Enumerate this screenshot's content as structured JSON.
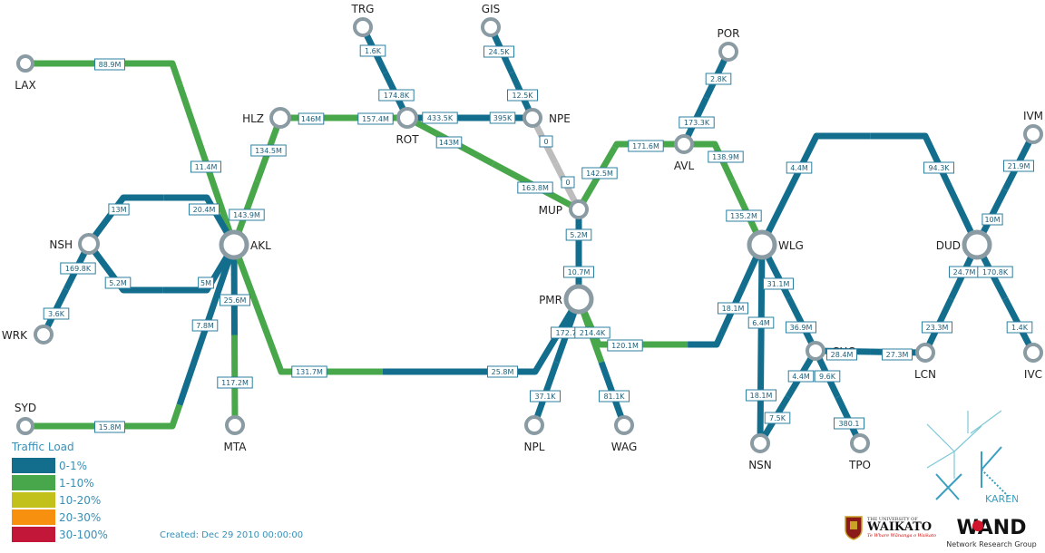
{
  "colors": {
    "load_0_1": "#136e8e",
    "load_1_10": "#48a74a",
    "load_10_20": "#c2c01a",
    "load_20_30": "#f78f0f",
    "load_30_100": "#c3173a",
    "idle": "#bdbdbd",
    "node_ring": "#8a9ba3"
  },
  "nodes": [
    {
      "id": "LAX",
      "label": "LAX"
    },
    {
      "id": "HLZ",
      "label": "HLZ"
    },
    {
      "id": "TRG",
      "label": "TRG"
    },
    {
      "id": "GIS",
      "label": "GIS"
    },
    {
      "id": "ROT",
      "label": "ROT"
    },
    {
      "id": "NPE",
      "label": "NPE"
    },
    {
      "id": "POR",
      "label": "POR"
    },
    {
      "id": "AVL",
      "label": "AVL"
    },
    {
      "id": "IVM",
      "label": "IVM"
    },
    {
      "id": "NSH",
      "label": "NSH"
    },
    {
      "id": "AKL",
      "label": "AKL"
    },
    {
      "id": "MUP",
      "label": "MUP"
    },
    {
      "id": "WLG",
      "label": "WLG"
    },
    {
      "id": "DUD",
      "label": "DUD"
    },
    {
      "id": "WRK",
      "label": "WRK"
    },
    {
      "id": "PMR",
      "label": "PMR"
    },
    {
      "id": "CHC",
      "label": "CHC"
    },
    {
      "id": "LCN",
      "label": "LCN"
    },
    {
      "id": "IVC",
      "label": "IVC"
    },
    {
      "id": "SYD",
      "label": "SYD"
    },
    {
      "id": "MTA",
      "label": "MTA"
    },
    {
      "id": "NPL",
      "label": "NPL"
    },
    {
      "id": "WAG",
      "label": "WAG"
    },
    {
      "id": "NSN",
      "label": "NSN"
    },
    {
      "id": "TPO",
      "label": "TPO"
    }
  ],
  "link_labels": [
    {
      "text": "88.9M",
      "load": "load_1_10"
    },
    {
      "text": "11.4M",
      "load": "load_1_10"
    },
    {
      "text": "134.5M",
      "load": "load_1_10"
    },
    {
      "text": "143.9M",
      "load": "load_1_10"
    },
    {
      "text": "13M",
      "load": "load_0_1"
    },
    {
      "text": "20.4M",
      "load": "load_0_1"
    },
    {
      "text": "169.8K",
      "load": "load_0_1"
    },
    {
      "text": "3.6K",
      "load": "load_0_1"
    },
    {
      "text": "5.2M",
      "load": "load_0_1"
    },
    {
      "text": "5M",
      "load": "load_0_1"
    },
    {
      "text": "7.8M",
      "load": "load_0_1"
    },
    {
      "text": "25.6M",
      "load": "load_0_1"
    },
    {
      "text": "117.2M",
      "load": "load_1_10"
    },
    {
      "text": "15.8M",
      "load": "load_1_10"
    },
    {
      "text": "131.7M",
      "load": "load_1_10"
    },
    {
      "text": "25.8M",
      "load": "load_0_1"
    },
    {
      "text": "146M",
      "load": "load_1_10"
    },
    {
      "text": "157.4M",
      "load": "load_1_10"
    },
    {
      "text": "1.6K",
      "load": "load_0_1"
    },
    {
      "text": "174.8K",
      "load": "load_0_1"
    },
    {
      "text": "24.5K",
      "load": "load_0_1"
    },
    {
      "text": "12.5K",
      "load": "load_0_1"
    },
    {
      "text": "433.5K",
      "load": "load_0_1"
    },
    {
      "text": "395K",
      "load": "load_0_1"
    },
    {
      "text": "143M",
      "load": "load_1_10"
    },
    {
      "text": "163.8M",
      "load": "load_1_10"
    },
    {
      "text": "0",
      "load": "idle"
    },
    {
      "text": "0",
      "load": "idle"
    },
    {
      "text": "142.5M",
      "load": "load_1_10"
    },
    {
      "text": "171.6M",
      "load": "load_1_10"
    },
    {
      "text": "2.8K",
      "load": "load_0_1"
    },
    {
      "text": "173.3K",
      "load": "load_0_1"
    },
    {
      "text": "138.9M",
      "load": "load_1_10"
    },
    {
      "text": "135.2M",
      "load": "load_1_10"
    },
    {
      "text": "5.2M",
      "load": "load_0_1"
    },
    {
      "text": "10.7M",
      "load": "load_0_1"
    },
    {
      "text": "172.7",
      "load": "load_0_1"
    },
    {
      "text": "214.4K",
      "load": "load_1_10"
    },
    {
      "text": "120.1M",
      "load": "load_1_10"
    },
    {
      "text": "37.1K",
      "load": "load_0_1"
    },
    {
      "text": "81.1K",
      "load": "load_0_1"
    },
    {
      "text": "4.4M",
      "load": "load_0_1"
    },
    {
      "text": "94.3K",
      "load": "load_0_1"
    },
    {
      "text": "18.1M",
      "load": "load_0_1"
    },
    {
      "text": "6.4M",
      "load": "load_0_1"
    },
    {
      "text": "31.1M",
      "load": "load_0_1"
    },
    {
      "text": "36.9M",
      "load": "load_0_1"
    },
    {
      "text": "18.1M",
      "load": "load_0_1"
    },
    {
      "text": "4.4M",
      "load": "load_0_1"
    },
    {
      "text": "9.6K",
      "load": "load_0_1"
    },
    {
      "text": "7.5K",
      "load": "load_0_1"
    },
    {
      "text": "380.1",
      "load": "load_0_1"
    },
    {
      "text": "28.4M",
      "load": "load_0_1"
    },
    {
      "text": "27.3M",
      "load": "load_0_1"
    },
    {
      "text": "21.9M",
      "load": "load_0_1"
    },
    {
      "text": "10M",
      "load": "load_0_1"
    },
    {
      "text": "24.7M",
      "load": "load_0_1"
    },
    {
      "text": "170.8K",
      "load": "load_0_1"
    },
    {
      "text": "23.3M",
      "load": "load_0_1"
    },
    {
      "text": "1.4K",
      "load": "load_0_1"
    }
  ],
  "legend": {
    "title": "Traffic Load",
    "items": [
      {
        "label": "0-1%",
        "color": "#136e8e"
      },
      {
        "label": "1-10%",
        "color": "#48a74a"
      },
      {
        "label": "10-20%",
        "color": "#c2c01a"
      },
      {
        "label": "20-30%",
        "color": "#f78f0f"
      },
      {
        "label": "30-100%",
        "color": "#c3173a"
      }
    ]
  },
  "created": "Created: Dec 29 2010 00:00:00",
  "logos": {
    "karen": "KAREN",
    "waikato_top": "THE UNIVERSITY OF",
    "waikato_name": "WAIKATO",
    "waikato_sub": "Te Whare Wānanga o Waikato",
    "wand": "WAND",
    "wand_sub": "Network Research Group"
  }
}
